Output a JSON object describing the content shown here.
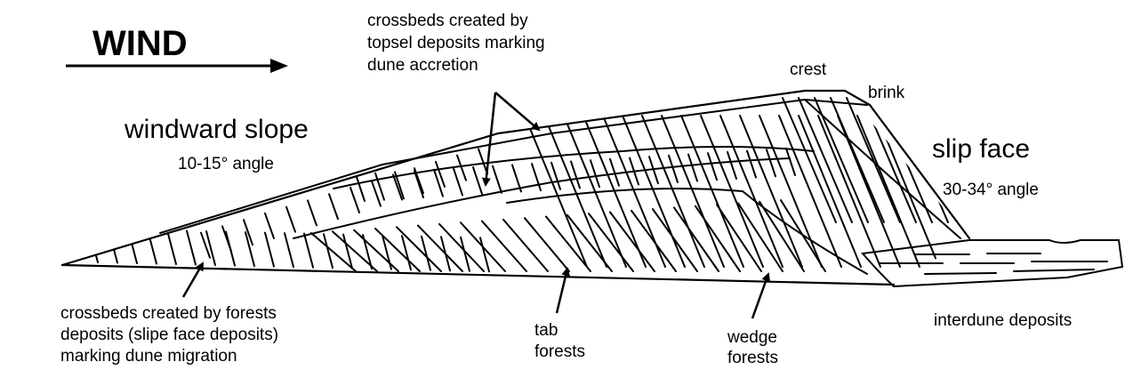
{
  "wind": {
    "label": "WIND"
  },
  "labels": {
    "windward_slope": "windward slope",
    "windward_angle": "10-15° angle",
    "slip_face": "slip face",
    "slip_angle": "30-34° angle",
    "crest": "crest",
    "brink": "brink",
    "interdune": "interdune deposits"
  },
  "topsel_note": [
    "crossbeds created by",
    "topsel deposits marking",
    "dune accretion"
  ],
  "forest_note": [
    "crossbeds created by forests",
    "deposits (slipe face deposits)",
    "marking dune migration"
  ],
  "tab_forests": [
    "tab",
    "forests"
  ],
  "wedge_forests": [
    "wedge",
    "forests"
  ],
  "colors": {
    "ink": "#000000",
    "background": "#ffffff"
  }
}
